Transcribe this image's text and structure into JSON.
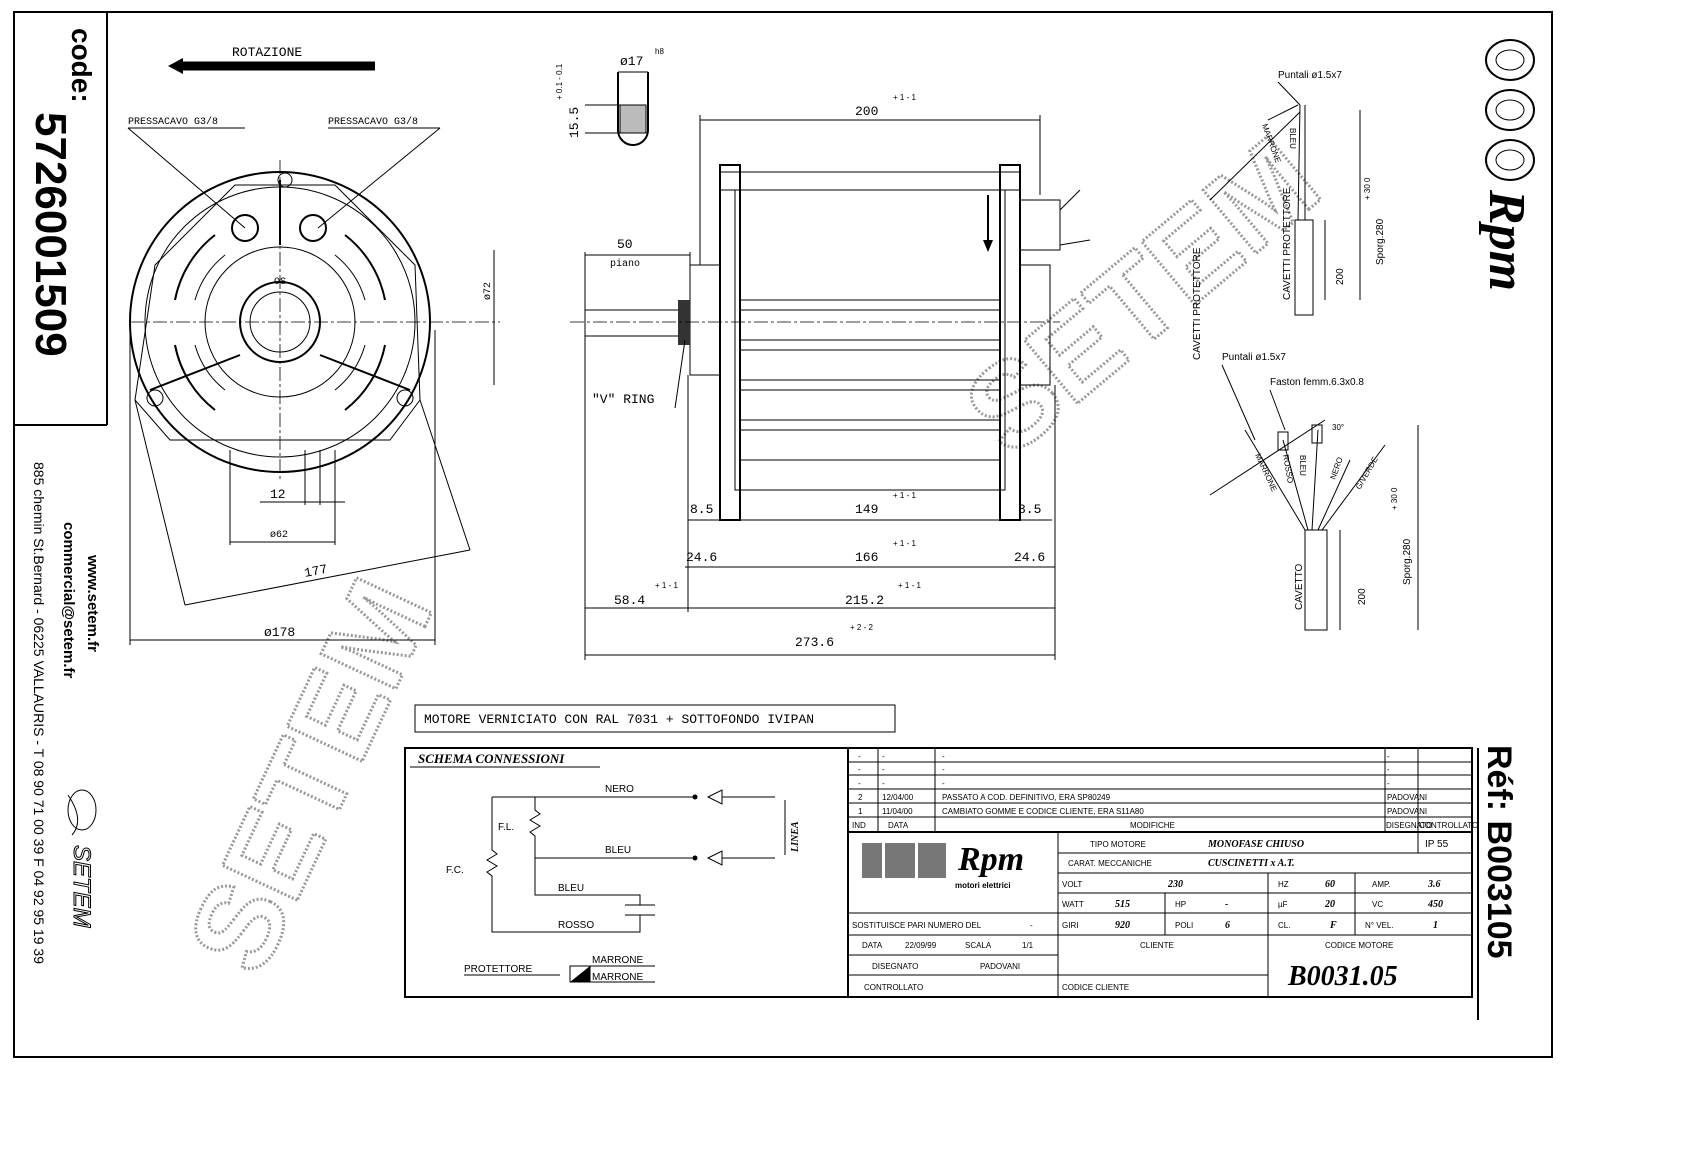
{
  "sidebar": {
    "code_label": "code:",
    "code_value": "5726001509",
    "website": "www.setem.fr",
    "email": "commercial@setem.fr",
    "address": "885 chemin St.Bernard  -  06225 VALLAURIS  -  T 08 90 71 00 39   F 04 92 95 19 39",
    "company": "SETEM"
  },
  "right": {
    "brand": "Rpm",
    "ref": "Réf:  B003105"
  },
  "watermark": "SETEM",
  "front_view": {
    "rotation": "ROTAZIONE",
    "gland_left": "PRESSACAVO G3/8",
    "gland_right": "PRESSACAVO G3/8",
    "os": "OS",
    "d72": "ø72",
    "d12": "12",
    "d62": "ø62",
    "d177": "177",
    "d178": "ø178"
  },
  "shaft_detail": {
    "diam": "ø17",
    "fit": "h8",
    "height": "15.5",
    "tol": "+ 0.1 - 0.1"
  },
  "side_view": {
    "d200": "200",
    "d200_tol": "+ 1 - 1",
    "d50": "50",
    "piano": "piano",
    "vring": "\"V\" RING",
    "d8_5_left": "8.5",
    "d8_5_right": "8.5",
    "d149": "149",
    "d149_tol": "+ 1 - 1",
    "d24_6_left": "24.6",
    "d24_6_right": "24.6",
    "d166": "166",
    "d166_tol": "+ 1 - 1",
    "d58_4": "58.4",
    "d58_4_tol": "+ 1 - 1",
    "d215_2": "215.2",
    "d215_2_tol": "+ 1 - 1",
    "d273_6": "273.6",
    "d273_6_tol": "+ 2 - 2"
  },
  "wiring_top": {
    "tips": "Puntali ø1.5x7",
    "w1": "MARRONE",
    "w2": "BLEU",
    "cable": "CAVETTI PROTETTORE",
    "d200": "200",
    "sporg": "Sporg.280",
    "sporg_tol": "+ 30  0"
  },
  "wiring_bottom": {
    "tips": "Puntali ø1.5x7",
    "faston": "Faston femm.6.3x0.8",
    "angle": "30°",
    "w1": "MARRONE",
    "w2": "ROSSO",
    "w3": "BLEU",
    "w4": "NERO",
    "w5": "G/VERDE",
    "cable": "CAVETTO",
    "d200": "200",
    "sporg": "Sporg.280",
    "sporg_tol": "+ 30  0"
  },
  "paint_note": "MOTORE VERNICIATO CON RAL 7031 + SOTTOFONDO IVIPAN",
  "schema": {
    "title": "SCHEMA CONNESSIONI",
    "nero": "NERO",
    "bleu1": "BLEU",
    "bleu2": "BLEU",
    "rosso": "ROSSO",
    "fl": "F.L.",
    "fc": "F.C.",
    "linea": "LINEA",
    "protettore": "PROTETTORE",
    "marrone1": "MARRONE",
    "marrone2": "MARRONE"
  },
  "title_block": {
    "revisions": [
      {
        "ind": "-",
        "data": "-",
        "desc": "-",
        "dis": "-",
        "ctrl": ""
      },
      {
        "ind": "-",
        "data": "-",
        "desc": "-",
        "dis": "-",
        "ctrl": ""
      },
      {
        "ind": "-",
        "data": "-",
        "desc": "-",
        "dis": "-",
        "ctrl": ""
      },
      {
        "ind": "2",
        "data": "12/04/00",
        "desc": "PASSATO A COD. DEFINITIVO, ERA SP80249",
        "dis": "PADOVANI",
        "ctrl": ""
      },
      {
        "ind": "1",
        "data": "11/04/00",
        "desc": "CAMBIATO GOMME E CODICE CLIENTE, ERA S11A80",
        "dis": "PADOVANI",
        "ctrl": ""
      }
    ],
    "hdr_ind": "IND",
    "hdr_data": "DATA",
    "hdr_mod": "MODIFICHE",
    "hdr_dis": "DISEGNATO",
    "hdr_ctrl": "CONTROLLATO",
    "logo_brand": "Rpm",
    "logo_sub": "motori elettrici",
    "tipo_label": "TIPO MOTORE",
    "tipo_value": "MONOFASE CHIUSO",
    "ip": "IP 55",
    "carat_label": "CARAT. MECCANICHE",
    "carat_value": "CUSCINETTI x A.T.",
    "volt_label": "VOLT",
    "volt": "230",
    "hz_label": "HZ",
    "hz": "60",
    "amp_label": "AMP.",
    "amp": "3.6",
    "watt_label": "WATT",
    "watt": "515",
    "hp_label": "HP",
    "hp": "-",
    "uf_label": "µF",
    "uf": "20",
    "vc_label": "VC",
    "vc": "450",
    "giri_label": "GIRI",
    "giri": "920",
    "poli_label": "POLI",
    "poli": "6",
    "cl_label": "CL.",
    "cl": "F",
    "vel_label": "N° VEL.",
    "vel": "1",
    "sostituisce_label": "SOSTITUISCE PARI NUMERO DEL",
    "sostituisce": "-",
    "data_label": "DATA",
    "data": "22/09/99",
    "scala_label": "SCALA",
    "scala": "1/1",
    "disegnato_label": "DISEGNATO",
    "disegnato": "PADOVANI",
    "controllato_label": "CONTROLLATO",
    "cliente_label": "CLIENTE",
    "codice_cliente_label": "CODICE CLIENTE",
    "codice_motore_label": "CODICE MOTORE",
    "codice_motore": "B0031.05"
  }
}
